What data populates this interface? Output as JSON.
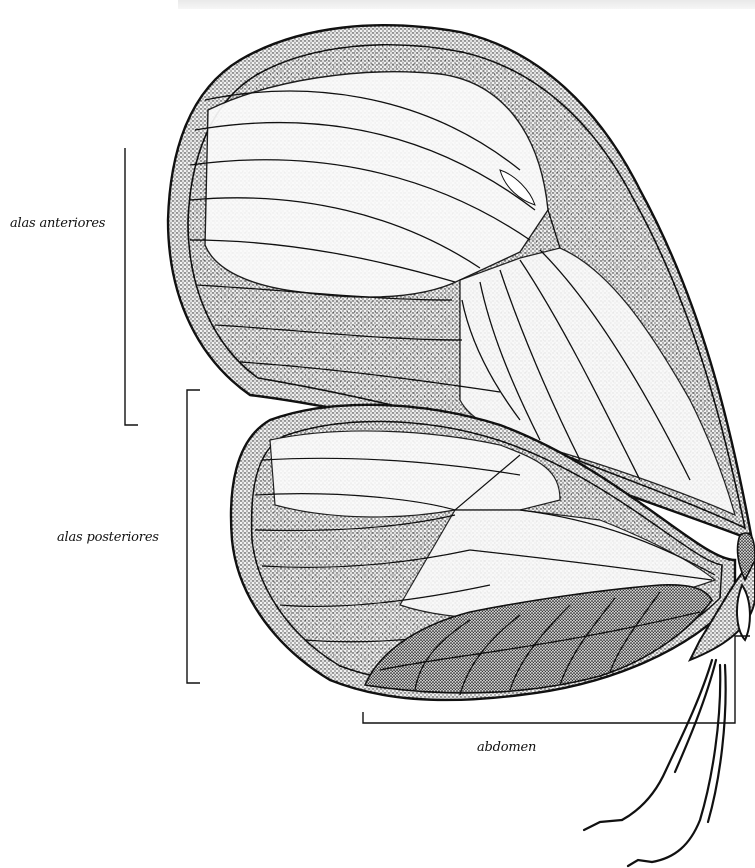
{
  "labels": {
    "forewings": "alas anteriores",
    "hindwings": "alas posteriores",
    "abdomen": "abdomen"
  },
  "colors": {
    "ink": "#111111",
    "paper": "#ffffff"
  }
}
